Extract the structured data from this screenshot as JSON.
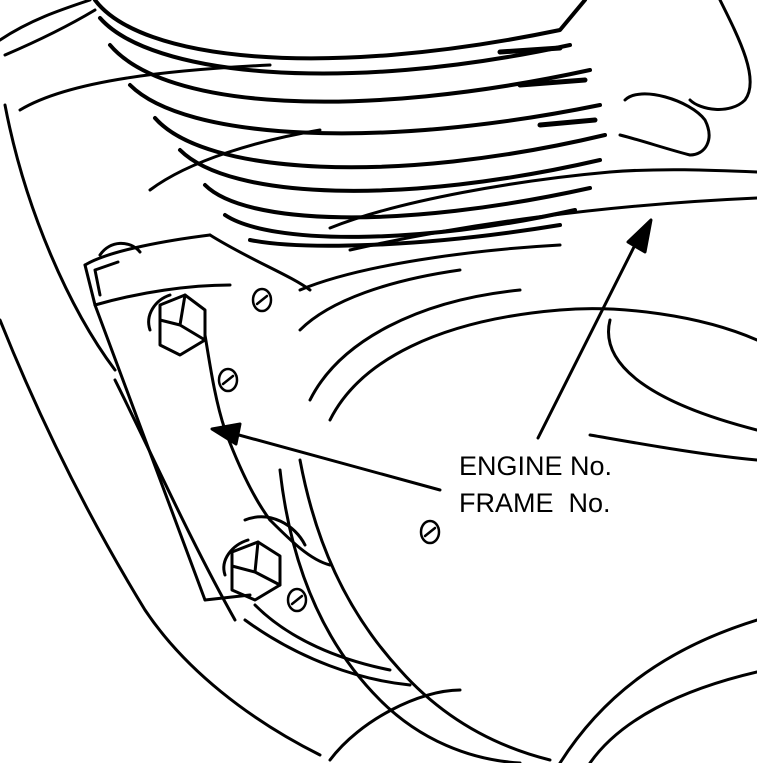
{
  "diagram": {
    "labels": {
      "engine_number": "ENGINE No.",
      "frame_number": "FRAME  No."
    },
    "colors": {
      "line": "#000000",
      "background": "#ffffff"
    },
    "arrows": [
      {
        "points_to": "engine-number-location",
        "icon": "arrow-up-icon"
      },
      {
        "points_to": "frame-number-location",
        "icon": "arrow-left-icon"
      }
    ]
  }
}
